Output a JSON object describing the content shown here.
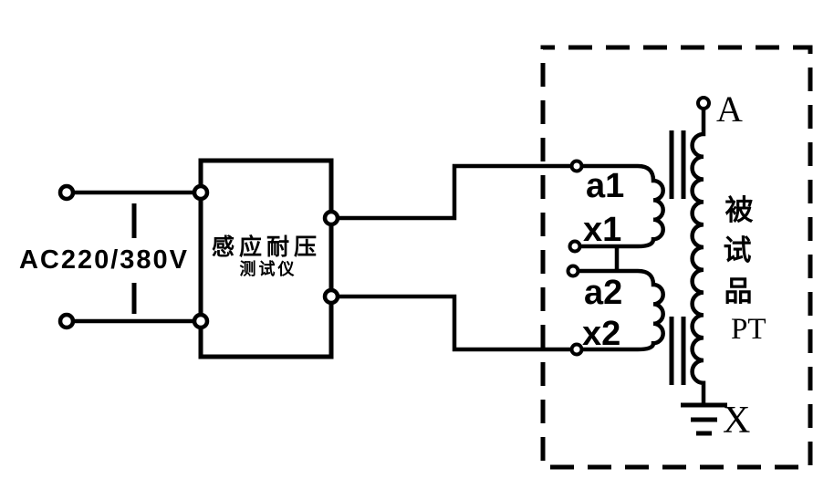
{
  "colors": {
    "ink": "#000000",
    "background": "#ffffff"
  },
  "source": {
    "label": "AC220/380V"
  },
  "tester": {
    "name_line1": "感应耐压",
    "name_line2": "测试仪"
  },
  "enclosure": {
    "terminals": {
      "a1": "a1",
      "x1": "x1",
      "a2": "a2",
      "x2": "x2"
    },
    "hv_terminal": "A",
    "ground_terminal": "X",
    "device_label_vertical": [
      "被",
      "试",
      "品"
    ],
    "device_label_latin": "PT"
  },
  "symbols": {
    "terminal": "open-circle",
    "ground": "earth-ground",
    "transformer_core": "double-vertical-bars",
    "winding": "scalloped-coil",
    "enclosure_border": "dashed-rectangle",
    "ac_source_link": "vertical-dashed-line"
  }
}
